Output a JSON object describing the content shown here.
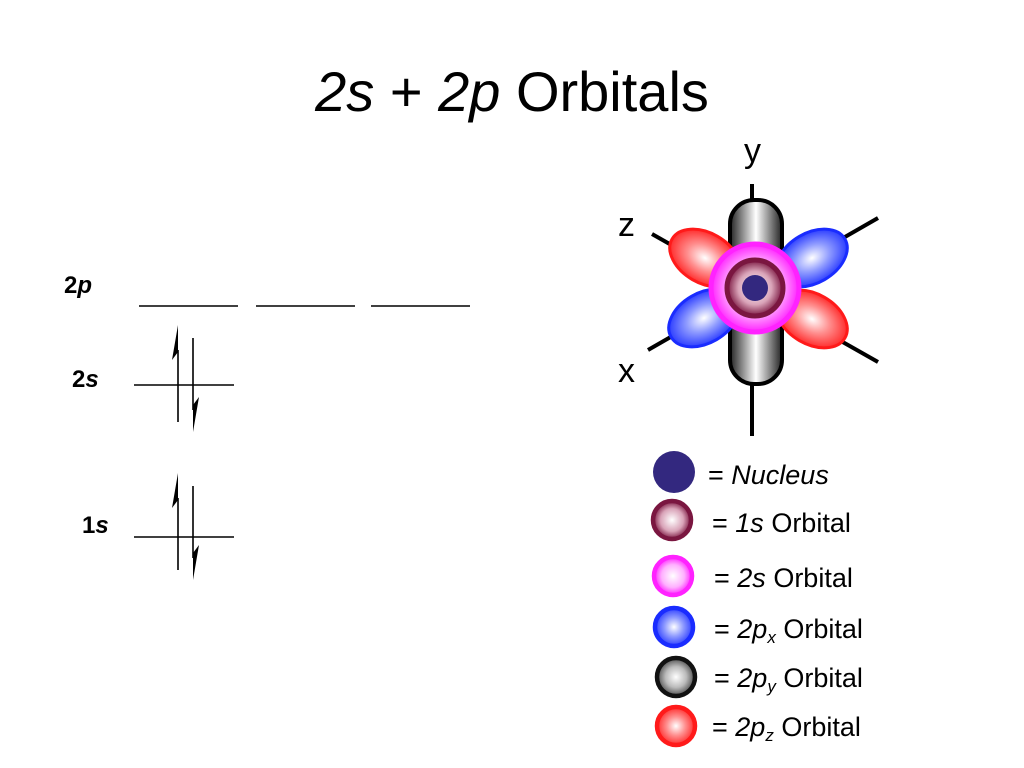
{
  "title": {
    "part1": "2s",
    "plus": " + ",
    "part2": "2p",
    "rest": " Orbitals"
  },
  "energy_levels": [
    {
      "num": "2",
      "letter": "p"
    },
    {
      "num": "2",
      "letter": "s"
    },
    {
      "num": "1",
      "letter": "s"
    }
  ],
  "axes": {
    "x": "x",
    "y": "y",
    "z": "z"
  },
  "legend": [
    {
      "eq": "= ",
      "name": "Nucleus",
      "color": "#33287f"
    },
    {
      "eq": "= ",
      "name": "1s",
      "suffix": " Orbital",
      "color": "#7a1640"
    },
    {
      "eq": "= ",
      "name": "2s",
      "suffix": " Orbital",
      "color": "#ff22ff"
    },
    {
      "eq": "= ",
      "name": "2p",
      "sub": "x",
      "suffix": " Orbital",
      "color": "#1a2cff"
    },
    {
      "eq": "= ",
      "name": "2p",
      "sub": "y",
      "suffix": " Orbital",
      "color": "#111111"
    },
    {
      "eq": "= ",
      "name": "2p",
      "sub": "z",
      "suffix": " Orbital",
      "color": "#ff1a1a"
    }
  ]
}
